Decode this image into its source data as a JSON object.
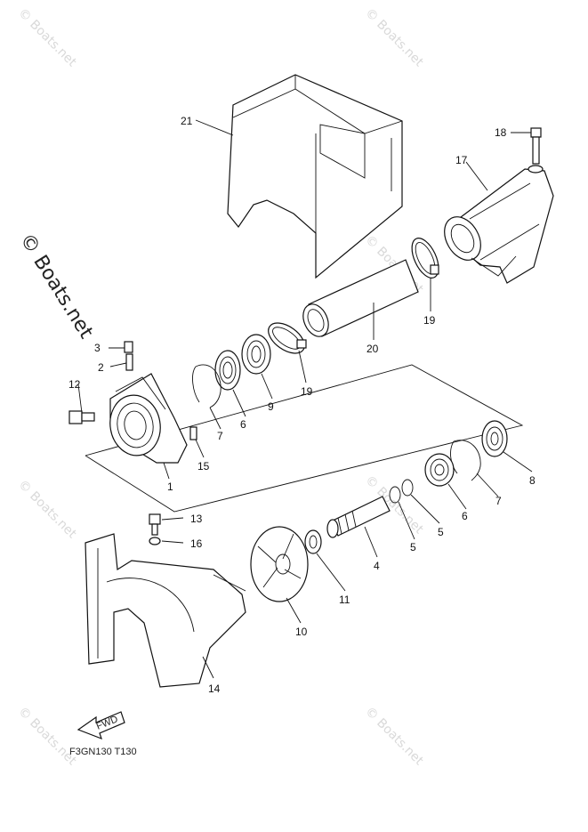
{
  "watermark": {
    "tile_text": "© Boats.net",
    "main_text": "© Boats.net"
  },
  "diagram_code": "F3GN130 T130",
  "fwd_label": "FWD",
  "callouts": {
    "c21": "21",
    "c18": "18",
    "c17": "17",
    "c20": "20",
    "c19a": "19",
    "c19b": "19",
    "c3": "3",
    "c2": "2",
    "c12": "12",
    "c1": "1",
    "c7a": "7",
    "c6a": "6",
    "c9": "9",
    "c15": "15",
    "c8": "8",
    "c7b": "7",
    "c6b": "6",
    "c5a": "5",
    "c5b": "5",
    "c4": "4",
    "c11": "11",
    "c10": "10",
    "c13": "13",
    "c16": "16",
    "c14": "14"
  }
}
